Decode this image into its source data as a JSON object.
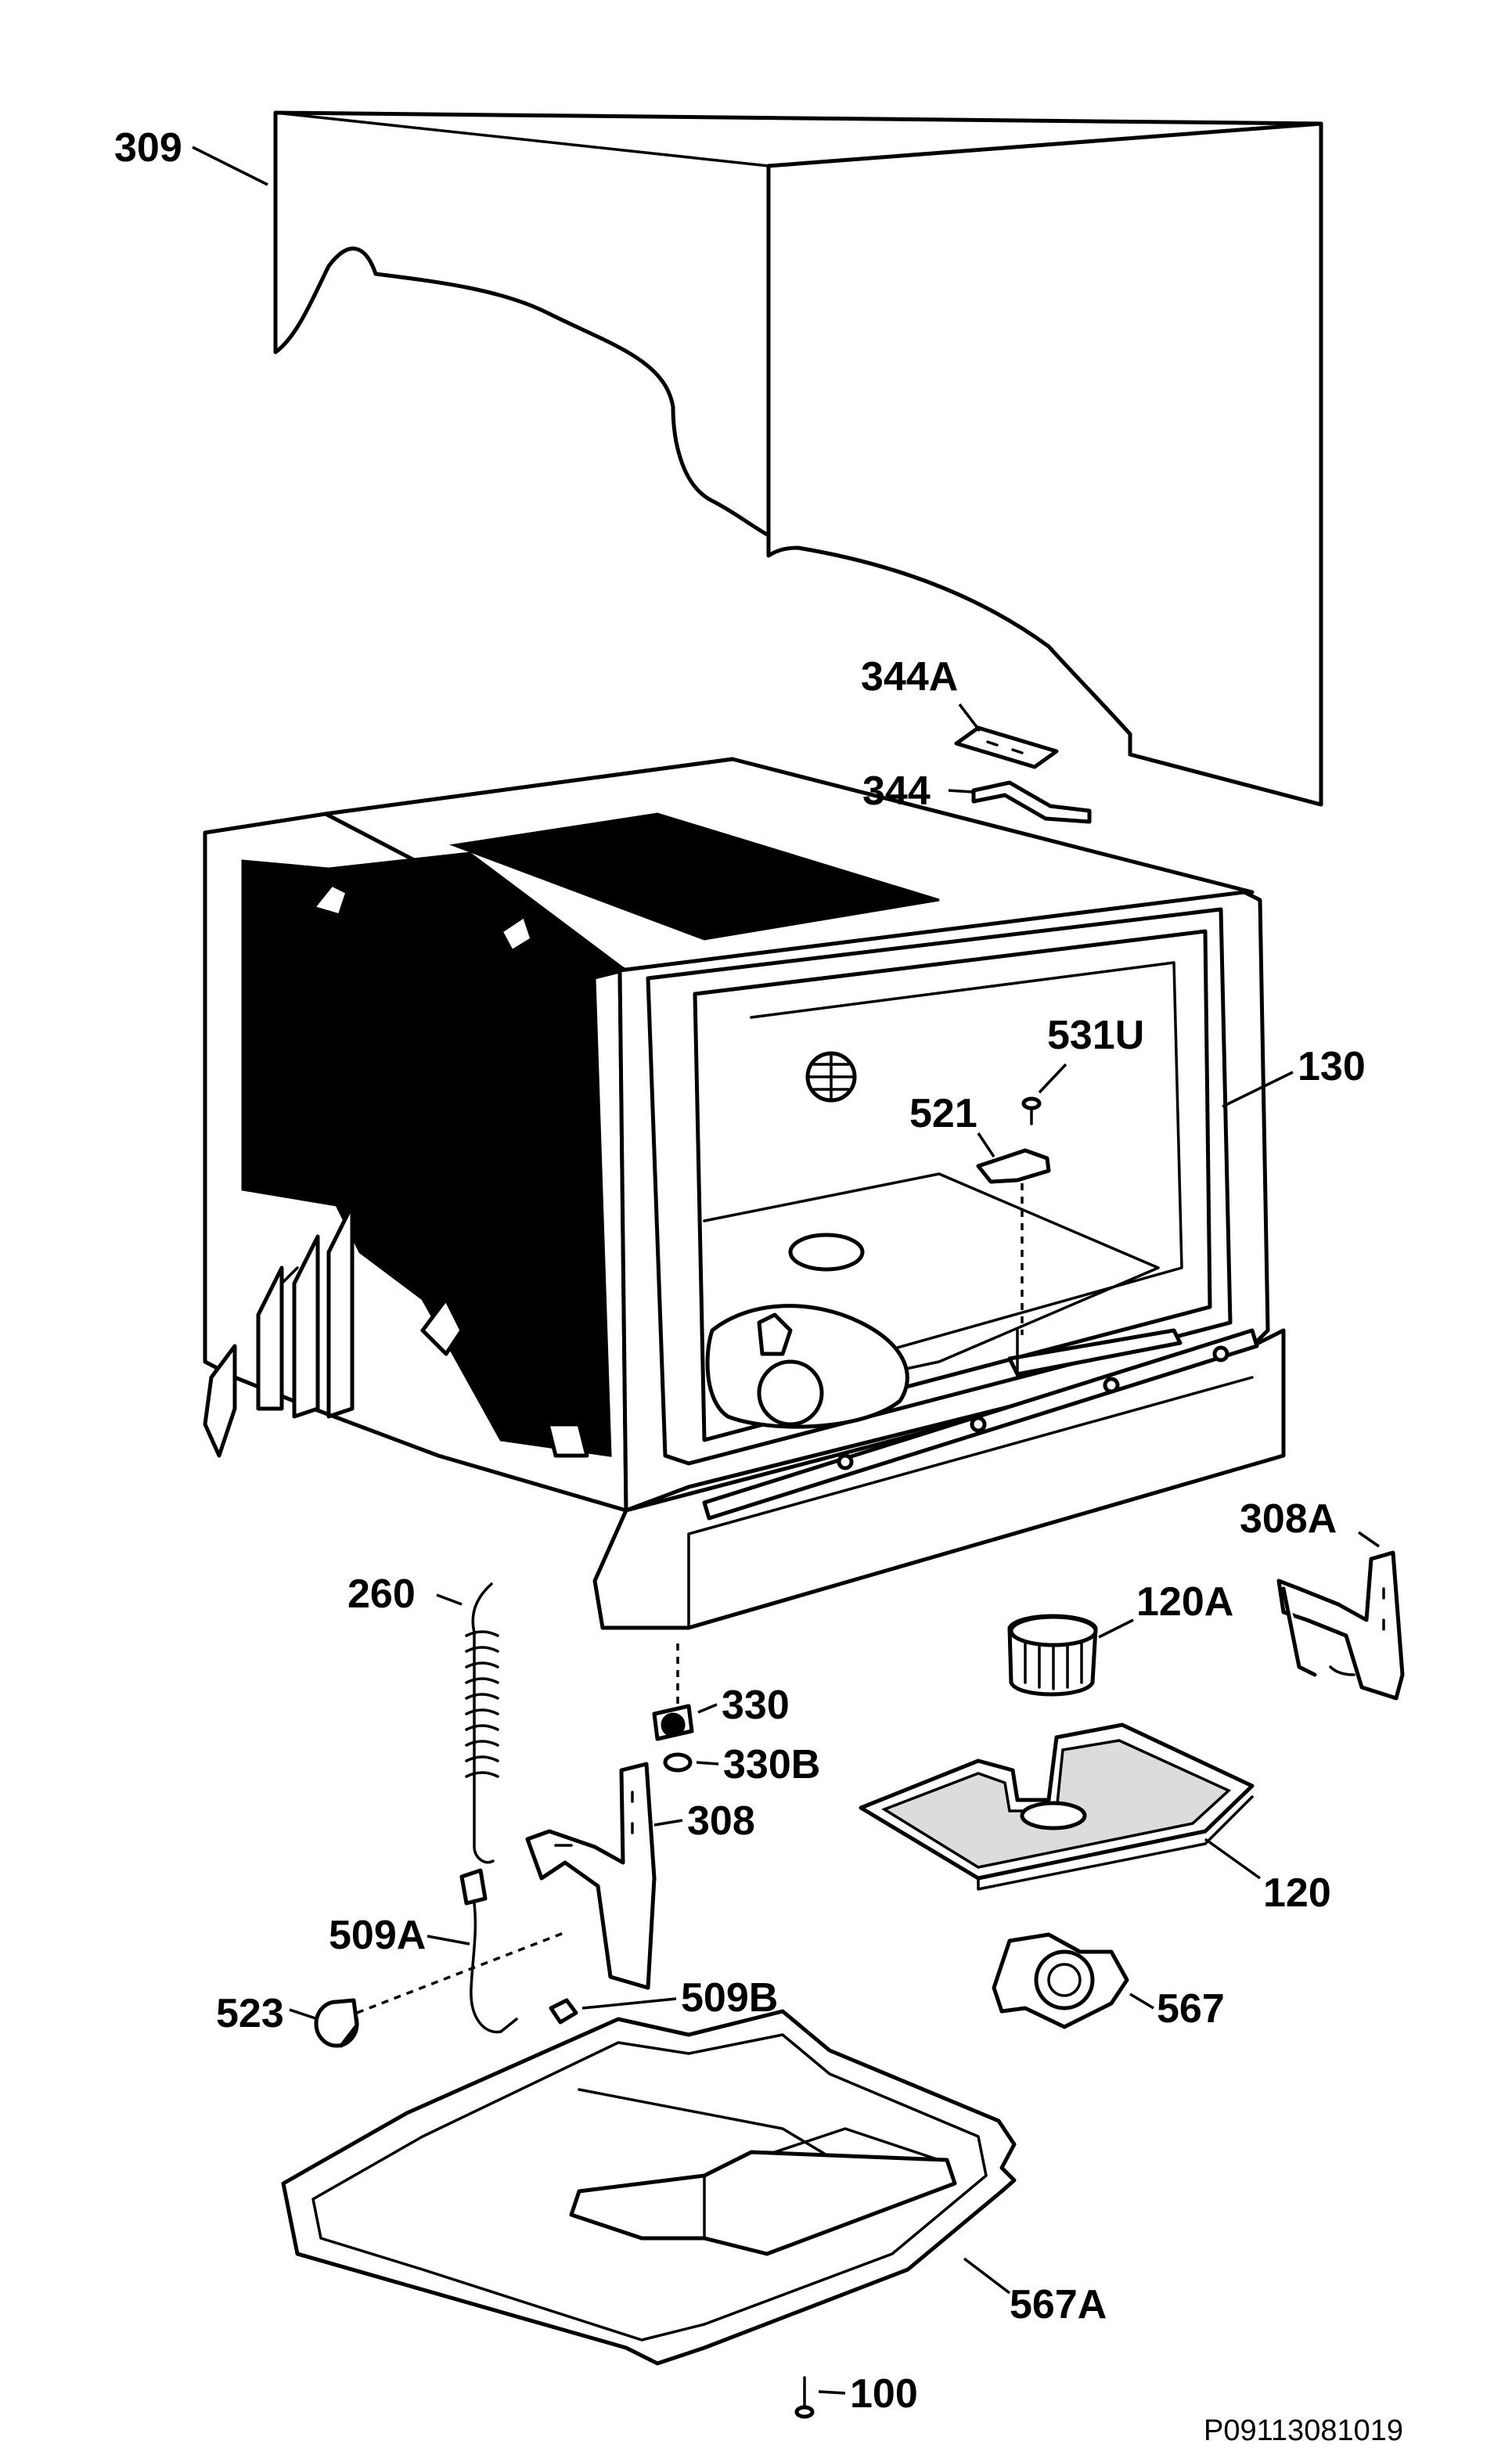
{
  "diagram": {
    "document_id": "P09113081019",
    "callouts": {
      "c309": "309",
      "c344A": "344A",
      "c344": "344",
      "c531U": "531U",
      "c130": "130",
      "c521": "521",
      "c308A": "308A",
      "c260": "260",
      "c120A": "120A",
      "c330": "330",
      "c330B": "330B",
      "c308": "308",
      "c120": "120",
      "c509A": "509A",
      "c523": "523",
      "c509B": "509B",
      "c567": "567",
      "c567A": "567A",
      "c100": "100"
    }
  }
}
